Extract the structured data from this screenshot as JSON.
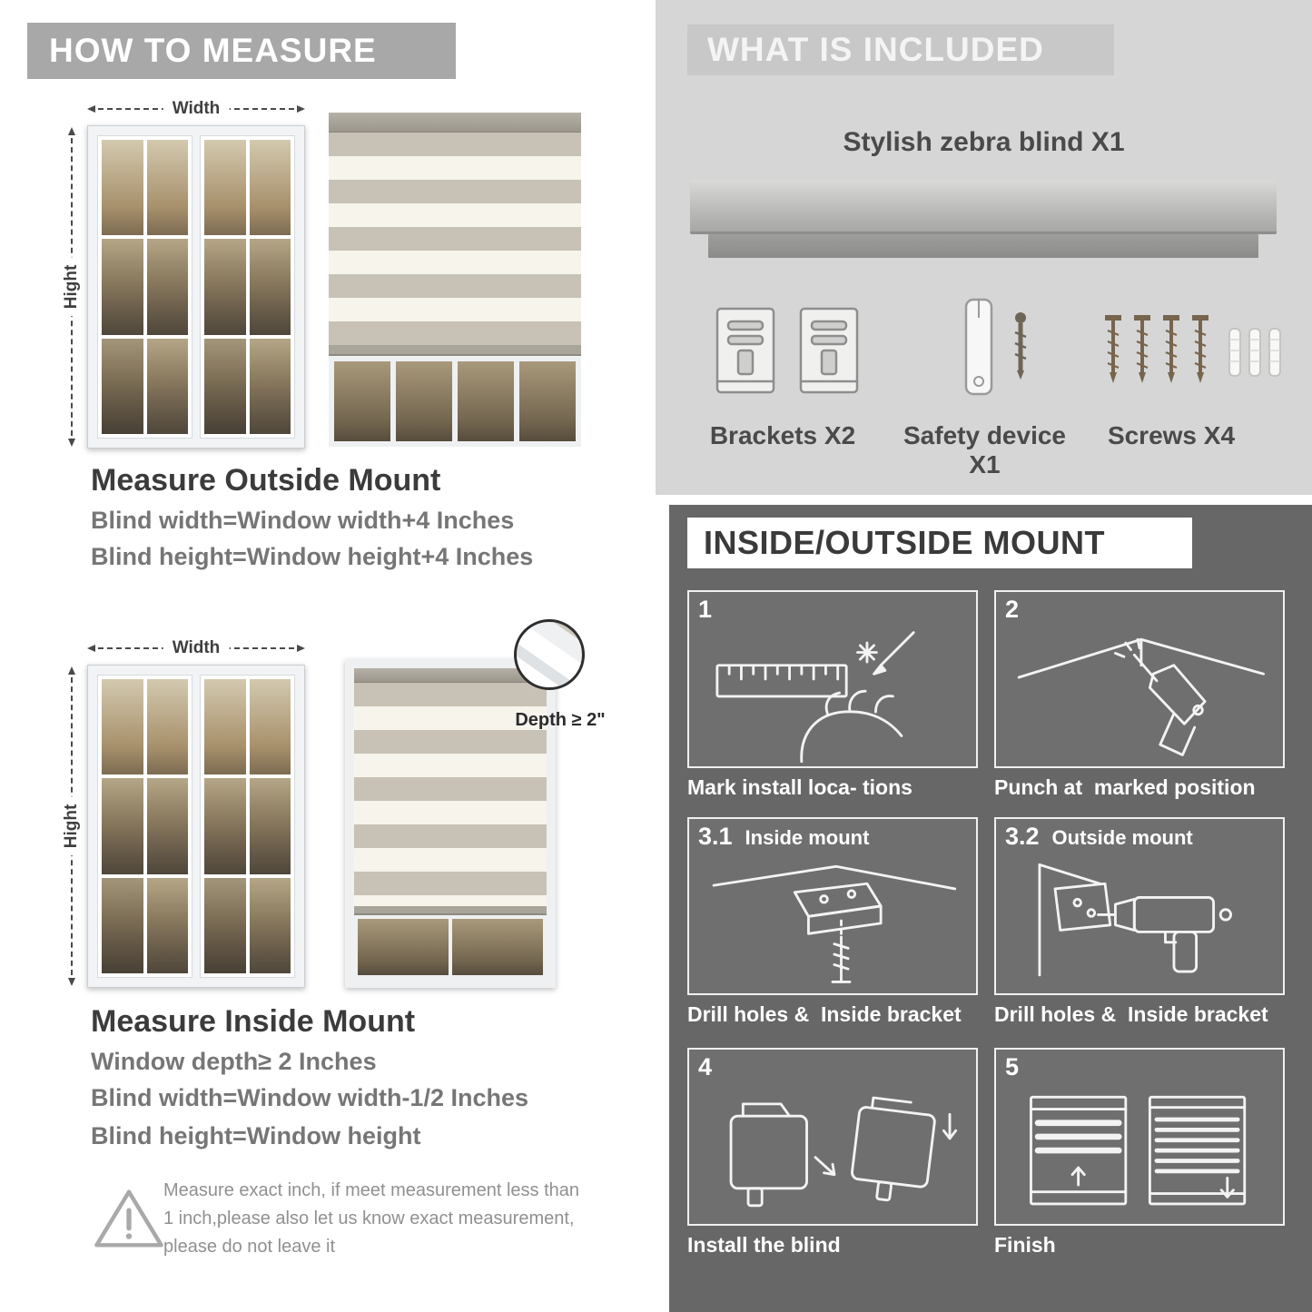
{
  "colors": {
    "banner_gray": "#a8a8a8",
    "included_panel_gray": "#d6d6d6",
    "mount_panel_gray": "#676767",
    "heading_dark": "#3b3b3b",
    "subtext_gray": "#767676"
  },
  "measure": {
    "header": "HOW TO MEASURE",
    "width_label": "Width",
    "height_label": "Hight",
    "outside": {
      "title": "Measure Outside Mount",
      "lines": [
        "Blind width=Window width+4 Inches",
        "Blind height=Window height+4 Inches"
      ]
    },
    "inside": {
      "title": "Measure Inside Mount",
      "depth_callout": "Depth ≥ 2\"",
      "lines": [
        "Window depth≥ 2 Inches",
        "Blind width=Window width-1/2 Inches",
        "Blind height=Window height"
      ]
    },
    "warning_note": "Measure exact inch, if meet measurement less than 1 inch,please also let us know exact measurement, please do not leave it"
  },
  "included": {
    "header": "WHAT IS INCLUDED",
    "product_label": "Stylish zebra blind X1",
    "items": [
      {
        "icon": "brackets-icon",
        "label": "Brackets X2"
      },
      {
        "icon": "safety-device-icon",
        "label": "Safety device X1"
      },
      {
        "icon": "screws-icon",
        "label": "Screws X4"
      }
    ]
  },
  "mount_guide": {
    "header": "INSIDE/OUTSIDE MOUNT",
    "steps": [
      {
        "num": "1",
        "title": "",
        "caption": "Mark install loca- tions"
      },
      {
        "num": "2",
        "title": "",
        "caption": "Punch at  marked position"
      },
      {
        "num": "3.1",
        "title": "Inside mount",
        "caption": "Drill holes &  Inside bracket"
      },
      {
        "num": "3.2",
        "title": "Outside mount",
        "caption": "Drill holes &  Inside bracket"
      },
      {
        "num": "4",
        "title": "",
        "caption": "Install the blind"
      },
      {
        "num": "5",
        "title": "",
        "caption": "Finish"
      }
    ]
  }
}
